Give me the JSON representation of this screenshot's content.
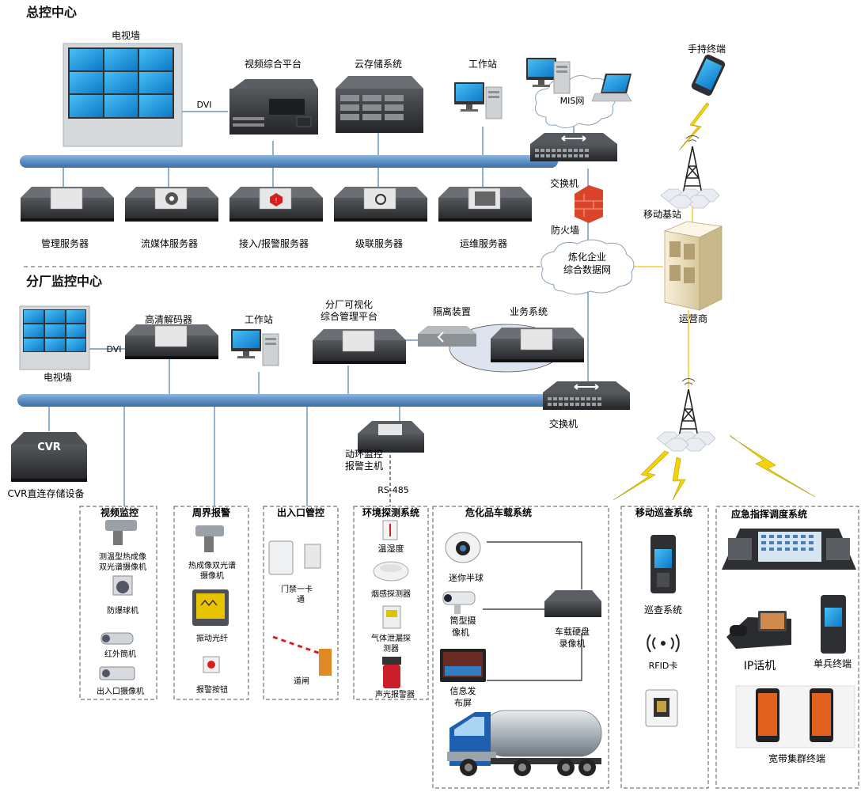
{
  "headquarters": {
    "title": "总控中心",
    "video_wall": "电视墙",
    "dvi": "DVI",
    "video_platform": "视频综合平台",
    "cloud_storage": "云存储系统",
    "workstation": "工作站",
    "mis_network": "MIS网",
    "handheld_terminal": "手持终端",
    "switch": "交换机",
    "firewall": "防火墙",
    "mobile_base_station": "移动基站",
    "servers": [
      "管理服务器",
      "流媒体服务器",
      "接入/报警服务器",
      "级联服务器",
      "运维服务器"
    ]
  },
  "enterprise_network": {
    "line1": "炼化企业",
    "line2": "综合数据网"
  },
  "operator": "运营商",
  "branch": {
    "title": "分厂监控中心",
    "video_wall": "电视墙",
    "dvi": "DVI",
    "hd_decoder": "高清解码器",
    "workstation": "工作站",
    "platform_line1": "分厂可视化",
    "platform_line2": "综合管理平台",
    "isolation_device": "隔离装置",
    "business_system": "业务系统",
    "switch": "交换机",
    "cvr_label": "CVR",
    "cvr_storage": "CVR直连存储设备",
    "env_host_line1": "动环监控",
    "env_host_line2": "报警主机",
    "rs485": "RS-485"
  },
  "subsystems": {
    "video_monitoring": {
      "title": "视频监控",
      "items": [
        "测温型热成像",
        "双光谱摄像机",
        "防爆球机",
        "红外筒机",
        "出入口摄像机"
      ]
    },
    "perimeter_alarm": {
      "title": "周界报警",
      "items": [
        "热成像双光谱",
        "摄像机",
        "振动光纤",
        "报警按钮"
      ]
    },
    "access_control": {
      "title": "出入口管控",
      "items": [
        "门禁一卡",
        "通",
        "道闸"
      ]
    },
    "environment_detection": {
      "title": "环境探测系统",
      "items": [
        "温湿度",
        "烟感探测器",
        "气体泄漏探",
        "测器",
        "声光报警器"
      ]
    },
    "hazmat_vehicle": {
      "title": "危化品车载系统",
      "items": [
        "迷你半球",
        "筒型摄",
        "像机",
        "信息发",
        "布屏",
        "车载硬盘",
        "录像机"
      ]
    },
    "mobile_patrol": {
      "title": "移动巡查系统",
      "items": [
        "巡查系统",
        "RFID卡"
      ]
    },
    "emergency_command": {
      "title": "应急指挥调度系统",
      "items": [
        "IP话机",
        "单兵终端",
        "宽带集群终端"
      ]
    }
  },
  "colors": {
    "bus": "#5b8fc4",
    "line": "#4a7fb5",
    "yellow_link": "#f5c400",
    "device_dark": "#2e3033",
    "screen_blue": "#1aa0e8"
  }
}
